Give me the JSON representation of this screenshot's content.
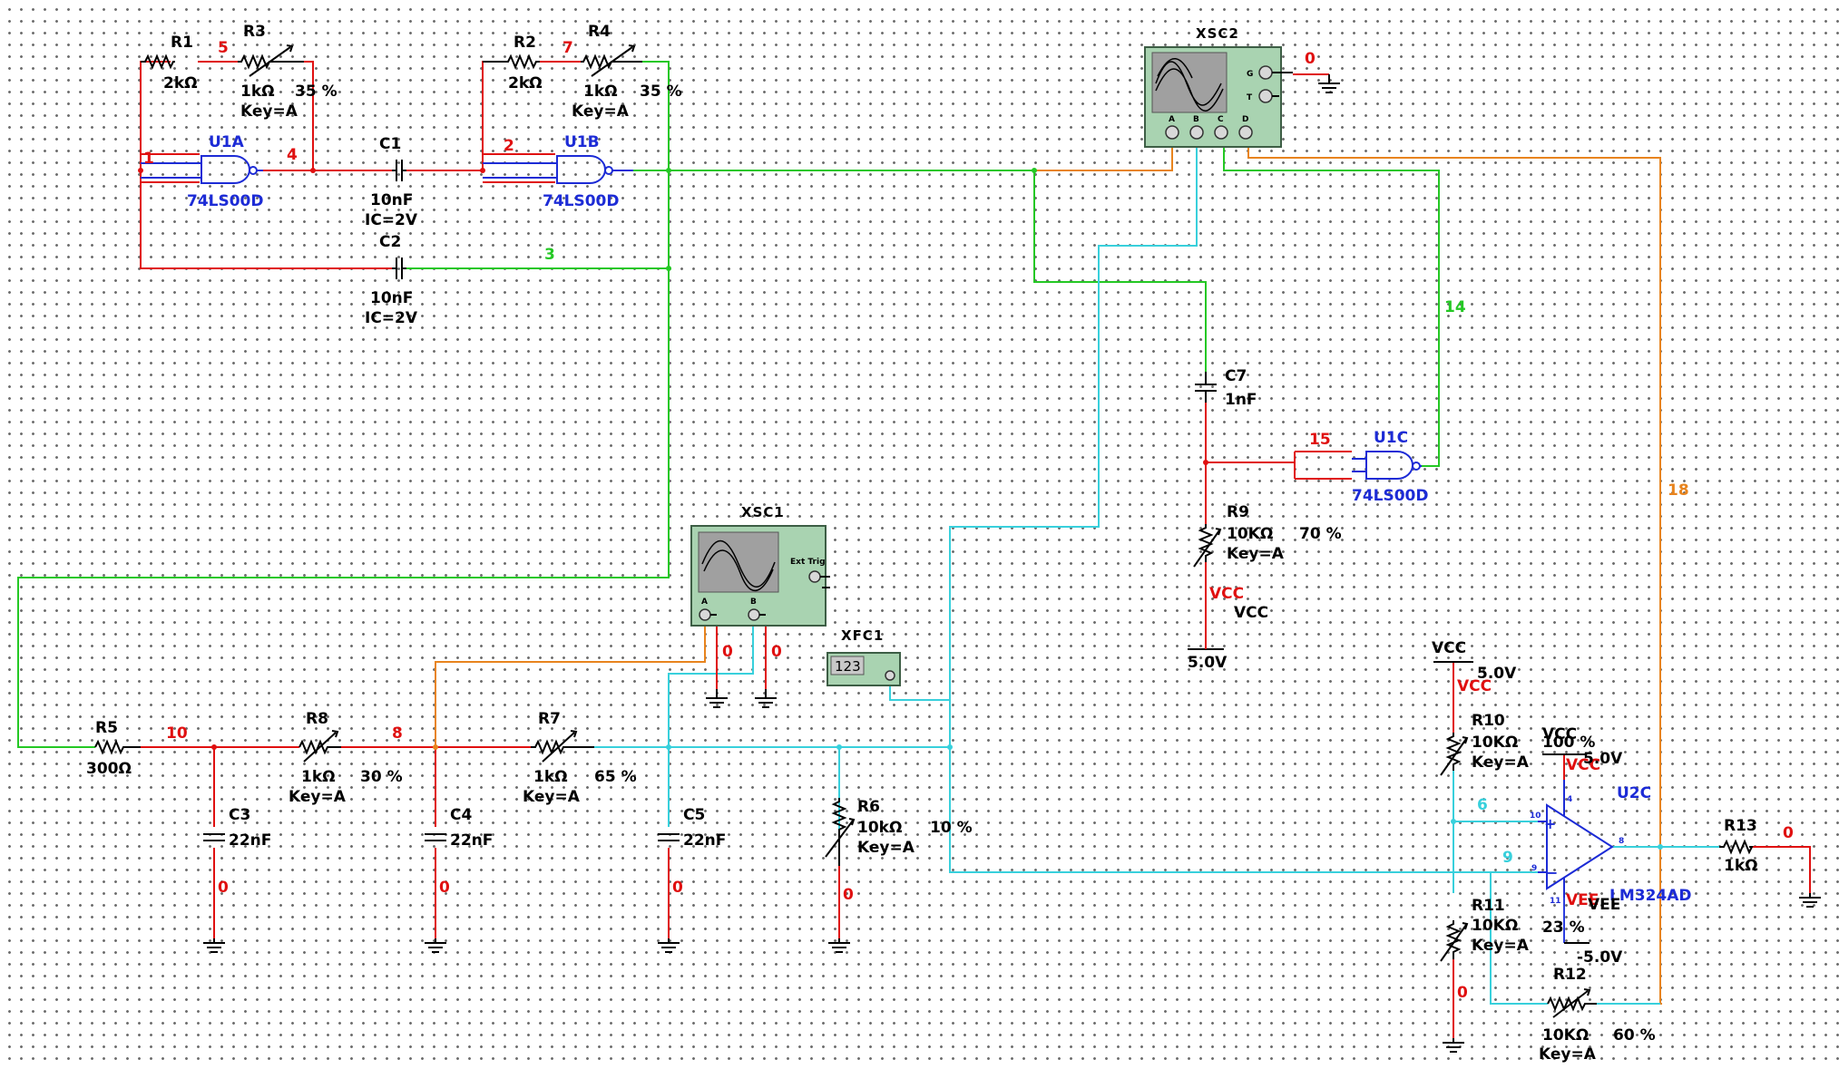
{
  "colors": {
    "red": "#e01010",
    "green": "#24c824",
    "orange": "#e8841e",
    "cyan": "#38d0dc",
    "blue": "#1c2bd6",
    "black": "#000000",
    "scope_body": "#a9d3b1"
  },
  "resistors": {
    "R1": {
      "name": "R1",
      "value": "2kΩ"
    },
    "R2": {
      "name": "R2",
      "value": "2kΩ"
    },
    "R3": {
      "name": "R3",
      "value": "1kΩ",
      "percent": "35 %",
      "key": "Key=A"
    },
    "R4": {
      "name": "R4",
      "value": "1kΩ",
      "percent": "35 %",
      "key": "Key=A"
    },
    "R5": {
      "name": "R5",
      "value": "300Ω"
    },
    "R6": {
      "name": "R6",
      "value": "10kΩ",
      "percent": "10 %",
      "key": "Key=A"
    },
    "R7": {
      "name": "R7",
      "value": "1kΩ",
      "percent": "65 %",
      "key": "Key=A"
    },
    "R8": {
      "name": "R8",
      "value": "1kΩ",
      "percent": "30 %",
      "key": "Key=A"
    },
    "R9": {
      "name": "R9",
      "value": "10KΩ",
      "percent": "70 %",
      "key": "Key=A"
    },
    "R10": {
      "name": "R10",
      "value": "10KΩ",
      "percent": "100 %",
      "key": "Key=A"
    },
    "R11": {
      "name": "R11",
      "value": "10KΩ",
      "percent": "23 %",
      "key": "Key=A"
    },
    "R12": {
      "name": "R12",
      "value": "10KΩ",
      "percent": "60 %",
      "key": "Key=A"
    },
    "R13": {
      "name": "R13",
      "value": "1kΩ"
    }
  },
  "capacitors": {
    "C1": {
      "name": "C1",
      "value": "10nF",
      "ic": "IC=2V"
    },
    "C2": {
      "name": "C2",
      "value": "10nF",
      "ic": "IC=2V"
    },
    "C3": {
      "name": "C3",
      "value": "22nF"
    },
    "C4": {
      "name": "C4",
      "value": "22nF"
    },
    "C5": {
      "name": "C5",
      "value": "22nF"
    },
    "C7": {
      "name": "C7",
      "value": "1nF"
    }
  },
  "gates": {
    "U1A": {
      "name": "U1A",
      "part": "74LS00D"
    },
    "U1B": {
      "name": "U1B",
      "part": "74LS00D"
    },
    "U1C": {
      "name": "U1C",
      "part": "74LS00D"
    }
  },
  "opamp": {
    "name": "U2C",
    "part": "LM324AD",
    "pin_plus": "10",
    "pin_minus": "9",
    "pin_out": "8",
    "pin_vcc": "4",
    "pin_vee": "11",
    "vee": "VEE",
    "vcc": "VCC"
  },
  "instruments": {
    "xsc1": {
      "name": "XSC1",
      "ext_trig": "Ext Trig",
      "channels": [
        "A",
        "B"
      ]
    },
    "xsc2": {
      "name": "XSC2",
      "g": "G",
      "t": "T",
      "channels": [
        "A",
        "B",
        "C",
        "D"
      ]
    },
    "xfc1": {
      "name": "XFC1",
      "display": "123"
    }
  },
  "supplies": {
    "vcc1": {
      "label": "VCC",
      "net": "VCC",
      "voltage": "5.0V"
    },
    "vcc2": {
      "label": "VCC",
      "net": "VCC",
      "voltage": "5.0V"
    },
    "vcc3": {
      "label": "VCC",
      "net": "VCC",
      "voltage": "5.0V"
    },
    "vee": {
      "voltage": "-5.0V"
    }
  },
  "nets": {
    "n1": "1",
    "n2": "2",
    "n3": "3",
    "n4": "4",
    "n5": "5",
    "n7": "7",
    "n8": "8",
    "n9": "9",
    "n10": "10",
    "n14": "14",
    "n15": "15",
    "n18": "18",
    "n6": "6",
    "z_xsc2": "0",
    "z_xsc1a": "0",
    "z_xsc1b": "0",
    "z_c3": "0",
    "z_c4": "0",
    "z_c5": "0",
    "z_r6": "0",
    "z_r11": "0",
    "z_r13": "0"
  }
}
